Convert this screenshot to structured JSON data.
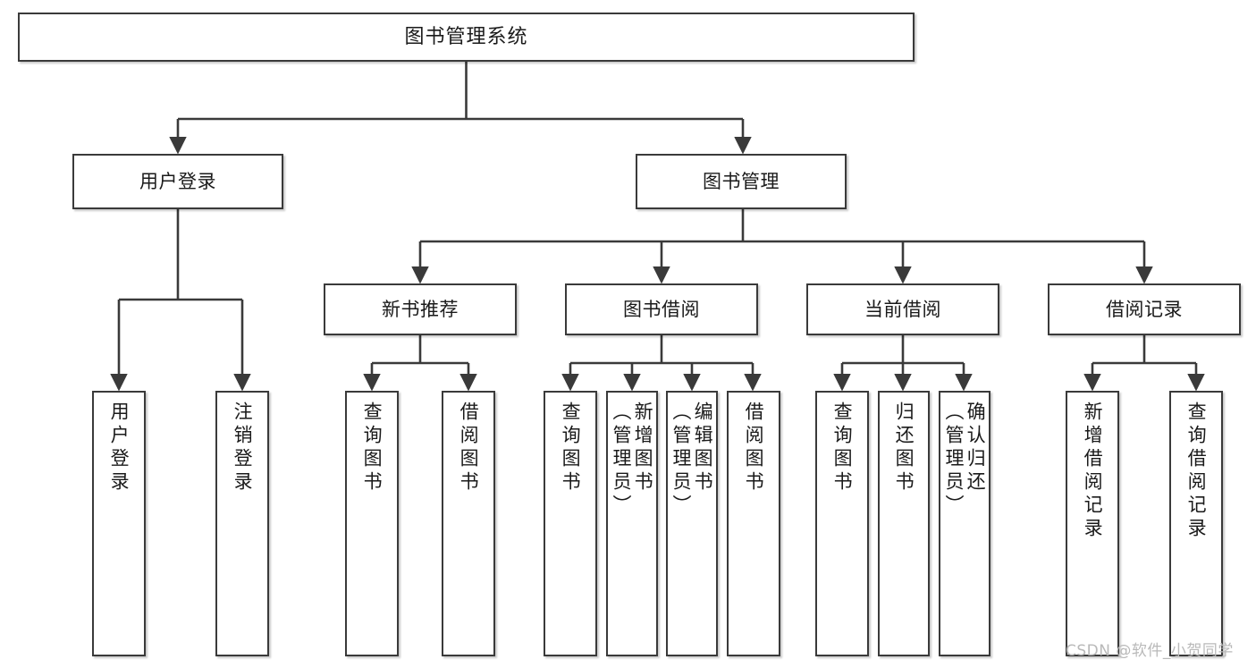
{
  "diagram": {
    "type": "tree-hierarchy",
    "title": "图书管理系统",
    "orientation": "top-down",
    "colors": {
      "box_border": "#3a3a3a",
      "box_fill": "#ffffff",
      "connector": "#3a3a3a",
      "text": "#1a1a1a",
      "watermark": "#b9b9b9",
      "background": "#ffffff"
    }
  },
  "root": {
    "label": "图书管理系统"
  },
  "level2": [
    {
      "label": "用户登录"
    },
    {
      "label": "图书管理"
    }
  ],
  "level3": [
    {
      "label": "新书推荐"
    },
    {
      "label": "图书借阅"
    },
    {
      "label": "当前借阅"
    },
    {
      "label": "借阅记录"
    }
  ],
  "leaves": {
    "user_login": [
      {
        "label": "用户登录"
      },
      {
        "label": "注销登录"
      }
    ],
    "new_book_recommend": [
      {
        "label": "查询图书"
      },
      {
        "label": "借阅图书"
      }
    ],
    "book_borrow": [
      {
        "label": "查询图书"
      },
      {
        "label": "新增图书\n（管理员）"
      },
      {
        "label": "编辑图书\n（管理员）"
      },
      {
        "label": "借阅图书"
      }
    ],
    "current_borrow": [
      {
        "label": "查询图书"
      },
      {
        "label": "归还图书"
      },
      {
        "label": "确认归还\n（管理员）"
      }
    ],
    "borrow_record": [
      {
        "label": "新增借阅记录"
      },
      {
        "label": "查询借阅记录"
      }
    ]
  },
  "watermark": {
    "text": "CSDN @软件_小贺同学"
  }
}
